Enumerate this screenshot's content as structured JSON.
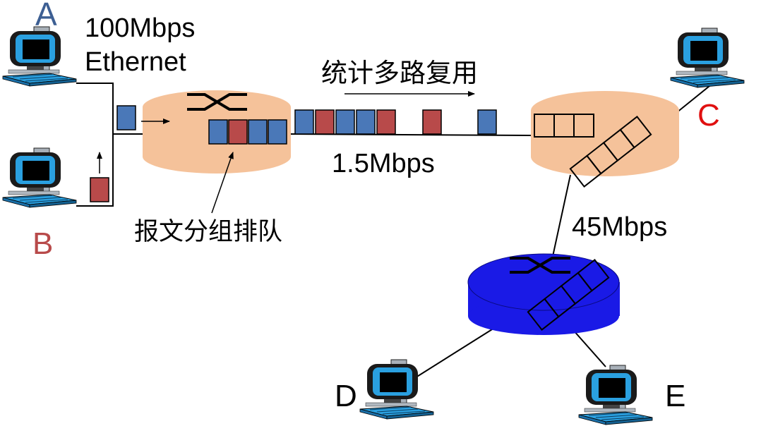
{
  "hosts": {
    "a": {
      "label": "A",
      "color": "#3d5f93"
    },
    "b": {
      "label": "B",
      "color": "#b84a4a"
    },
    "c": {
      "label": "C",
      "color": "#e01010"
    },
    "d": {
      "label": "D",
      "color": "#000000"
    },
    "e": {
      "label": "E",
      "color": "#000000"
    }
  },
  "links": {
    "ethernet_line1": "100Mbps",
    "ethernet_line2": "Ethernet",
    "mux_label": "统计多路复用",
    "wan_rate": "1.5Mbps",
    "lower_rate": "45Mbps"
  },
  "queue_label": "报文分组排队",
  "colors": {
    "packet_blue": "#4a78b8",
    "packet_red": "#b84a4a",
    "router_peach": "#f5c29a",
    "router_blue": "#1a1ae6",
    "line": "#000000"
  },
  "packet_sequence": {
    "upper_queue": [
      "blue",
      "red",
      "blue",
      "blue"
    ],
    "on_link": [
      "blue",
      "red",
      "blue",
      "blue",
      "red",
      "red",
      "blue"
    ]
  }
}
